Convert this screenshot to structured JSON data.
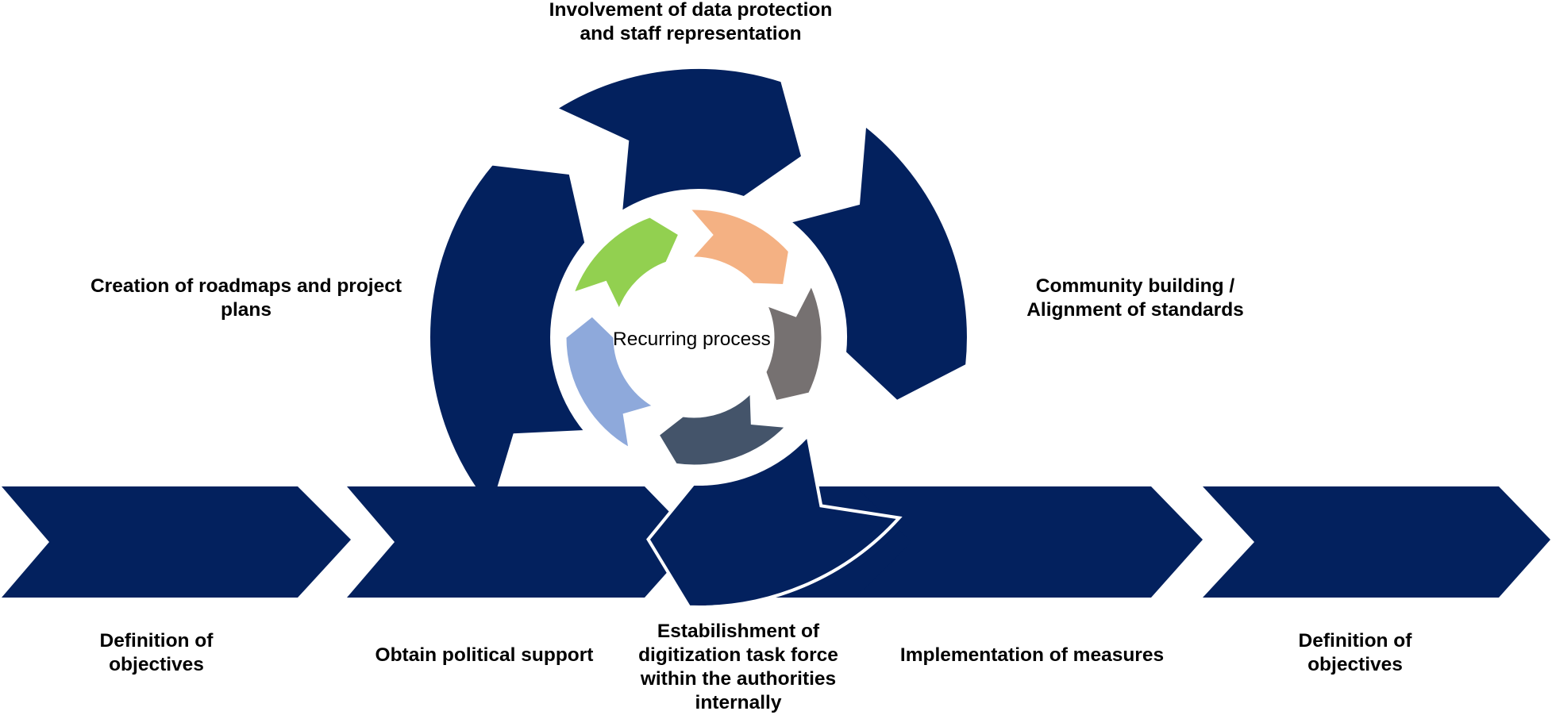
{
  "colors": {
    "navy": "#03215E",
    "green": "#92D050",
    "orange": "#F4B183",
    "gray": "#767171",
    "slate": "#44546A",
    "blue": "#8EA9DB"
  },
  "chevrons": [
    {
      "label_lines": [
        "Definition of",
        "objectives"
      ]
    },
    {
      "label_lines": [
        "Obtain political support"
      ]
    },
    {
      "label_lines": [
        "Estabilishment of",
        "digitization task force",
        "within the authorities",
        "internally"
      ]
    },
    {
      "label_lines": [
        "Implementation of measures"
      ]
    },
    {
      "label_lines": [
        "Definition of",
        "objectives"
      ]
    }
  ],
  "cycle_labels": {
    "top": [
      "Involvement of data protection",
      "and staff representation"
    ],
    "left": [
      "Creation of roadmaps and project",
      "plans"
    ],
    "right": [
      "Community building /",
      "Alignment of standards"
    ]
  },
  "center_label": "Recurring process"
}
